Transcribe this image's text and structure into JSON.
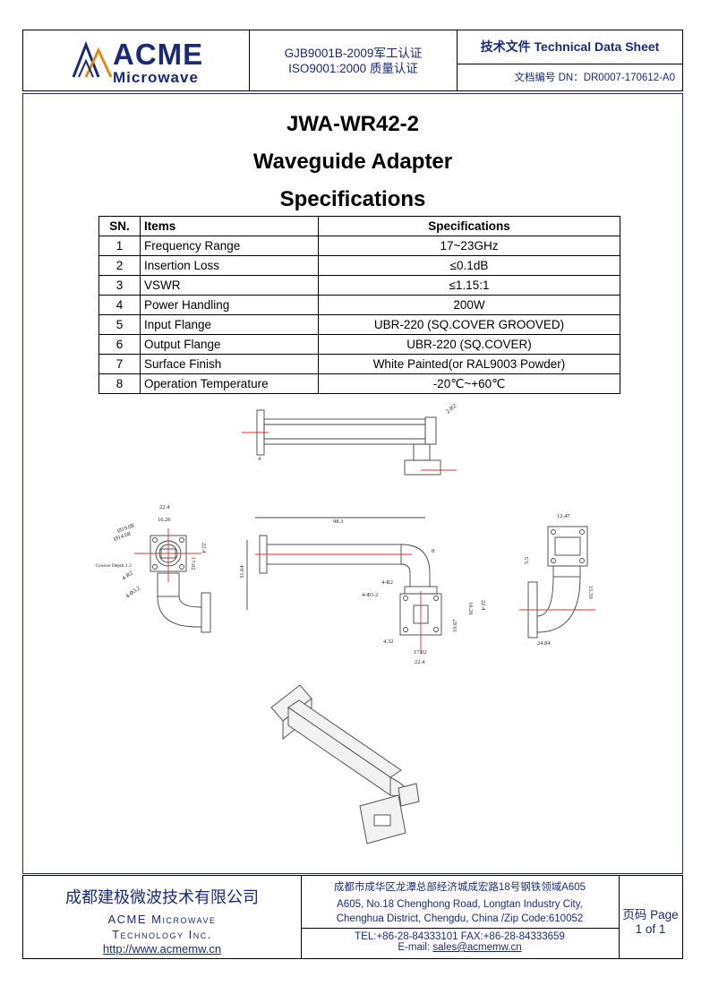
{
  "header": {
    "logo_brand": "ACME",
    "logo_sub": "Microwave",
    "cert_line1": "GJB9001B-2009军工认证",
    "cert_line2": "ISO9001:2000  质量认证",
    "doc_title": "技术文件  Technical Data Sheet",
    "doc_no": "文档编号 DN：DR0007-170612-A0"
  },
  "titles": {
    "model": "JWA-WR42-2",
    "product": "Waveguide Adapter",
    "section": "Specifications"
  },
  "table": {
    "headers": [
      "SN.",
      "Items",
      "Specifications"
    ],
    "rows": [
      [
        "1",
        "Frequency Range",
        "17~23GHz"
      ],
      [
        "2",
        "Insertion Loss",
        "≤0.1dB"
      ],
      [
        "3",
        "VSWR",
        "≤1.15:1"
      ],
      [
        "4",
        "Power Handling",
        "200W"
      ],
      [
        "5",
        "Input Flange",
        "UBR-220 (SQ.COVER GROOVED)"
      ],
      [
        "6",
        "Output Flange",
        "UBR-220 (SQ.COVER)"
      ],
      [
        "7",
        "Surface Finish",
        "White Painted(or RAL9003 Powder)"
      ],
      [
        "8",
        "Operation Temperature",
        "-20℃~+60℃"
      ]
    ]
  },
  "drawing": {
    "dims_top": [
      "2-R2",
      "4"
    ],
    "dims_left": [
      "22.4",
      "16.26",
      "Ø19.08",
      "Ø14.68",
      "17.02",
      "22.4",
      "Groove Depth:1.3",
      "4-R2",
      "4-Φ3.2"
    ],
    "dims_mid": [
      "98.3",
      "8",
      "31.64",
      "4-R2",
      "4-Φ3.2",
      "16.26",
      "22.4",
      "10.67",
      "4.32",
      "17.02",
      "22.4"
    ],
    "dims_right": [
      "12.47",
      "5.5",
      "15.59",
      "24.84"
    ]
  },
  "footer": {
    "company_cn": "成都建极微波技术有限公司",
    "company_en1": "ACME Microwave",
    "company_en2": "Technology Inc.",
    "website": "http://www.acmemw.cn",
    "address_cn": "成都市成华区龙潭总部经济城成宏路18号钢铁领域A605",
    "address_en1": "A605, No.18 Chenghong Road, Longtan Industry City,",
    "address_en2": "Chenghua District, Chengdu, China /Zip Code:610052",
    "tel_fax": "TEL:+86-28-84333101    FAX:+86-28-84333659",
    "email_label": "E-mail: ",
    "email": "sales@acmemw.cn",
    "page_label": "页码  Page",
    "page_value": "1 of 1"
  }
}
